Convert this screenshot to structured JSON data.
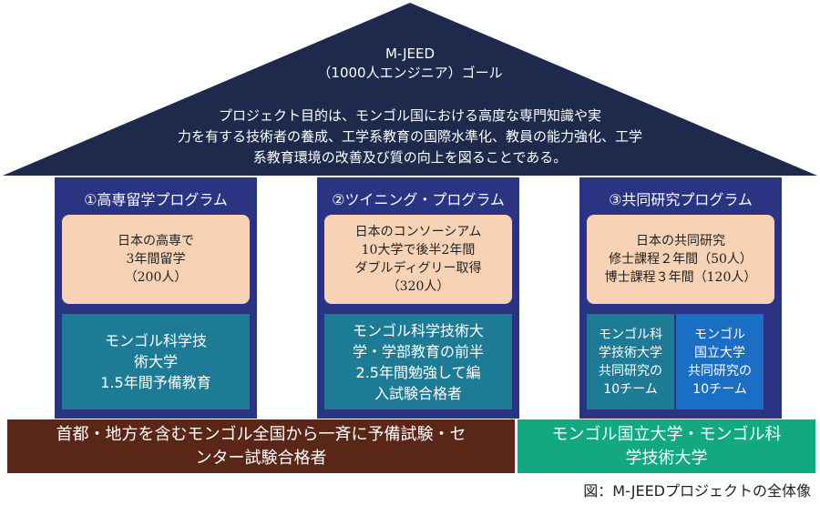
{
  "roof": {
    "title": "M-JEED",
    "subtitle": "（1000人エンジニア）ゴール",
    "description": [
      "プロジェクト目的は、モンゴル国における高度な専門知識や実",
      "力を有する技術者の養成、工学系教育の国際水準化、教員の能力強化、工学",
      "系教育環境の改善及び質の向上を図ることである。"
    ]
  },
  "pillars": [
    {
      "title": "①高専留学プログラム",
      "info": [
        "日本の高専で",
        "3年間留学",
        "（200人）"
      ],
      "prep": [
        "モンゴル科学技",
        "術大学",
        "1.5年間予備教育"
      ]
    },
    {
      "title": "②ツイニング・プログラム",
      "info": [
        "日本のコンソーシアム",
        "10大学で後半2年間",
        "ダブルディグリー取得",
        "（320人）"
      ],
      "prep": [
        "モンゴル科学技術大",
        "学・学部教育の前半",
        "2.5年間勉強して編",
        "入試験合格者"
      ]
    },
    {
      "title": "③共同研究プログラム",
      "info": [
        "日本の共同研究",
        "修士課程２年間（50人）",
        "博士課程３年間（120人）"
      ],
      "split_left": [
        "モンゴル科",
        "学技術大学",
        "共同研究の",
        "10チーム"
      ],
      "split_right": [
        "モンゴル",
        "国立大学",
        "共同研究の",
        "10チーム"
      ]
    }
  ],
  "base": {
    "left": [
      "首都・地方を含むモンゴル全国から一斉に予備試験・セ",
      "ンター試験合格者"
    ],
    "right": [
      "モンゴル国立大学・モンゴル科",
      "学技術大学"
    ]
  },
  "caption": "図：M-JEEDプロジェクトの全体像",
  "colors": {
    "roof": "#1d2a4b",
    "pillar": "#2a3483",
    "info_box": "#f8d2b4",
    "prep_box": "#1e7b96",
    "prep_box_alt": "#1a6fc4",
    "base_left": "#5a2617",
    "base_right": "#12a882"
  }
}
